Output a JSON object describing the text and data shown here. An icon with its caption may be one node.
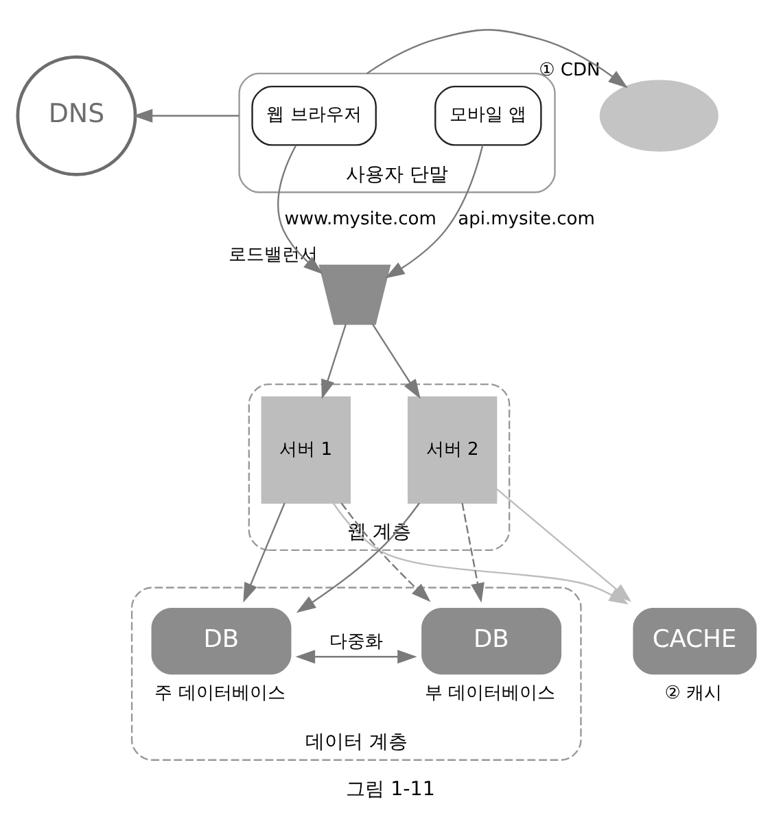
{
  "diagram": {
    "caption": "그림 1-11",
    "nodes": [
      {
        "text": [
          "사용자 단말"
        ]
      },
      {
        "text": [
          "웹 브라우저"
        ],
        "in": 0
      },
      {
        "text": [
          "모바일 앱"
        ],
        "in": 0
      },
      {
        "text": [
          "DNS"
        ]
      },
      {
        "text": [],
        "shape": "cloud",
        "beside": [
          "① CDN"
        ]
      },
      {
        "text": [],
        "shape": "trapezium",
        "beside": [
          "로드밸런서"
        ]
      },
      {
        "text": [
          "웹 계층"
        ]
      },
      {
        "text": [
          "서버 1"
        ],
        "in": 6
      },
      {
        "text": [
          "서버 2"
        ],
        "in": 6
      },
      {
        "text": [
          "CACHE"
        ],
        "beside": [
          "② 캐시"
        ]
      },
      {
        "text": [
          "데이터 계층"
        ]
      },
      {
        "text": [
          "DB"
        ],
        "in": 10,
        "beside": [
          "주 데이터베이스"
        ]
      },
      {
        "text": [
          "DB"
        ],
        "in": 10,
        "beside": [
          "부 데이터베이스"
        ]
      }
    ],
    "edges": [
      {
        "from": 0,
        "to": 3,
        "arrow": "to"
      },
      {
        "from": 0,
        "to": 4,
        "arrow": "to"
      },
      {
        "from": 1,
        "to": 5,
        "arrow": "to",
        "label": "www.mysite.com"
      },
      {
        "from": 2,
        "to": 5,
        "arrow": "to",
        "label": "api.mysite.com"
      },
      {
        "from": 5,
        "to": 7,
        "arrow": "to"
      },
      {
        "from": 5,
        "to": 8,
        "arrow": "to"
      },
      {
        "from": 7,
        "to": 11,
        "arrow": "to"
      },
      {
        "from": 7,
        "to": 12,
        "arrow": "to",
        "style": "dashed"
      },
      {
        "from": 7,
        "to": 9,
        "arrow": "to",
        "color": "#bdbdbd"
      },
      {
        "from": 8,
        "to": 11,
        "arrow": "to"
      },
      {
        "from": 8,
        "to": 12,
        "arrow": "to",
        "style": "dashed"
      },
      {
        "from": 8,
        "to": 9,
        "arrow": "to",
        "color": "#bdbdbd"
      },
      {
        "from": 11,
        "to": 12,
        "arrow": "both",
        "label": "다중화"
      }
    ]
  }
}
